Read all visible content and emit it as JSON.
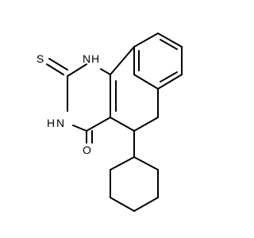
{
  "atoms": {
    "nh_top": "N",
    "nh_top_h": "H",
    "s": "S",
    "nh_bottom": "N",
    "nh_bottom_h": "H",
    "o": "O"
  },
  "colors": {
    "bond": "#000000",
    "label": "#000000",
    "background": "#ffffff"
  }
}
